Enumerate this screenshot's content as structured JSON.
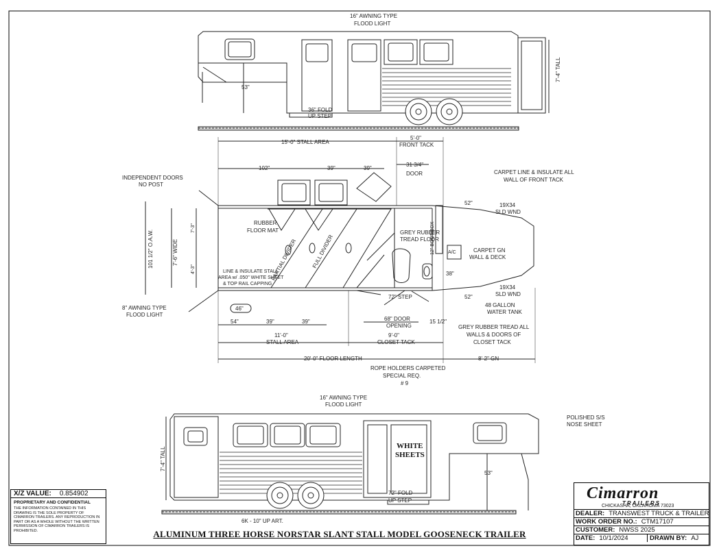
{
  "drawing": {
    "title": "ALUMINUM THREE HORSE NORSTAR SLANT STALL MODEL GOOSENECK TRAILER",
    "xz_label": "X/Z VALUE:",
    "xz_value": "0.854902",
    "proprietary_heading": "PROPRIETARY AND CONFIDENTIAL",
    "proprietary_text": "THE INFORMATION CONTAINED IN THIS DRAWING IS THE SOLE PROPERTY OF CIMARRON TRAILERS. ANY REPRODUCTION IN PART OR AS A WHOLE WITHOUT THE WRITTEN PERMISSION OF CIMARRON TRAILERS IS PROHIBITED."
  },
  "title_block": {
    "brand": "Cimarron",
    "brand_sub": "TRAILERS",
    "address": "CHICKASHA, OKLAHOMA 73023",
    "dealer_label": "DEALER:",
    "dealer": "TRANSWEST TRUCK & TRAILER",
    "work_order_label": "WORK ORDER NO.:",
    "work_order": "CTM17107",
    "customer_label": "CUSTOMER:",
    "customer": "NWSS 2025",
    "date_label": "DATE:",
    "date": "10/1/2024",
    "drawn_by_label": "DRAWN BY:",
    "drawn_by": "AJ"
  },
  "top_view": {
    "awning": "16\" AWNING TYPE",
    "flood": "FLOOD LIGHT",
    "tall": "7'-4\" TALL",
    "h53": "53\"",
    "step1": "36\" FOLD",
    "step2": "UP STEP"
  },
  "plan": {
    "stall_area": "15'-0\" STALL AREA",
    "front_tack1": "5'-0\"",
    "front_tack2": "FRONT TACK",
    "d102": "102\"",
    "d39a": "39\"",
    "d39b": "39\"",
    "door_w": "31 3/4\"",
    "door": "DOOR",
    "indep1": "INDEPENDENT DOORS",
    "indep2": "NO POST",
    "carpet1": "CARPET LINE & INSULATE ALL",
    "carpet2": "WALL OF FRONT TACK",
    "oaw": "101 1/2\" O.A.W.",
    "wide": "7'-6\" WIDE",
    "d3a": "7'-3\"",
    "d3b": "4'-3\"",
    "rubber1": "RUBBER",
    "rubber2": "FLOOR MAT",
    "partial": "PARTIAL DIVIDER",
    "full": "FULL DIVIDER",
    "grey1": "GREY RUBBER",
    "grey2": "TREAD FLOOR",
    "bootbox": "12\" BOOT BOX",
    "d52a": "52\"",
    "wnd1": "19X34",
    "wnd1b": "SLD WND",
    "carpet_gn1": "CARPET GN",
    "carpet_gn2": "WALL & DECK",
    "ac": "A/C",
    "d38": "38\"",
    "wnd2": "19X34",
    "wnd2b": "SLD WND",
    "d52b": "52\"",
    "gal1": "48 GALLON",
    "gal2": "WATER TANK",
    "line1": "LINE & INSULATE STALL",
    "line2": "AREA w/ .050\" WHITE SHEET",
    "line3": "& TOP RAIL CAPPING",
    "awning1": "8\" AWNING TYPE",
    "awning2": "FLOOD LIGHT",
    "d46": "46\"",
    "d54": "54\"",
    "d39c": "39\"",
    "d39d": "39\"",
    "step72": "72\" STEP",
    "door68a": "68\" DOOR",
    "door68b": "OPENING",
    "d15": "15 1/2\"",
    "tread1": "GREY RUBBER TREAD ALL",
    "tread2": "WALLS & DOORS OF",
    "tread3": "CLOSET TACK",
    "stall11a": "11'-0\"",
    "stall11b": "STALL AREA",
    "closet1": "9'-0\"",
    "closet2": "CLOSET TACK",
    "floor": "20'-0\" FLOOR LENGTH",
    "gn": "8'-2\" GN",
    "rope1": "ROPE HOLDERS CARPETED",
    "rope2": "SPECIAL REQ.",
    "rope3": "# 9"
  },
  "bottom_view": {
    "awning": "16\" AWNING TYPE",
    "flood": "FLOOD LIGHT",
    "polished1": "POLISHED S/S",
    "polished2": "NOSE SHEET",
    "tall": "7'-4\" TALL",
    "white1": "WHITE",
    "white2": "SHEETS",
    "h53": "53\"",
    "step1": "72\" FOLD",
    "step2": "UP STEP",
    "axle": "6K - 10\" UP ART."
  }
}
